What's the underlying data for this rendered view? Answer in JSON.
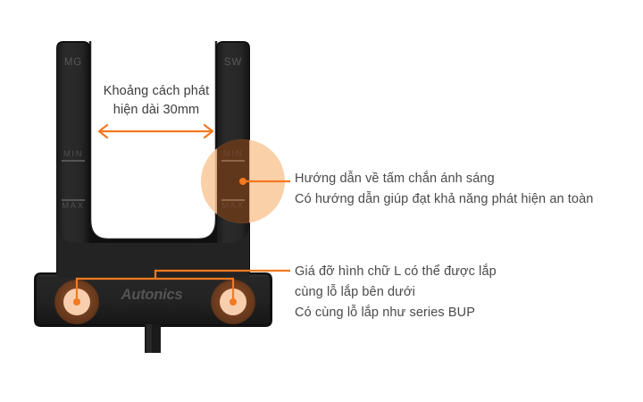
{
  "figure": {
    "title": "Autonics photoelectric slot sensor annotated diagram",
    "background_color": "#ffffff"
  },
  "sensor": {
    "brand": "Autonics",
    "body_color": "#232323",
    "body_edge_color": "#0d0d0d",
    "left_arm_label": "MG",
    "right_arm_label": "SW",
    "scale_labels": {
      "min": "MIN",
      "max": "MAX"
    },
    "mounting_holes": {
      "count": 2,
      "outer_ring_color": "#5a3119",
      "mid_ring_color": "#8a4a22",
      "center_color": "#f7cfae"
    },
    "highlight_circle_color": "#f9c89a"
  },
  "dimension": {
    "label_line_1": "Khoảng cách phát",
    "label_line_2": "hiện dài 30mm",
    "arrow_color": "#f4791f",
    "arrow_style": "double-headed"
  },
  "callouts": {
    "accent_color": "#f4791f",
    "text_color": "#4a4a4a",
    "top": {
      "lines": [
        "Hướng dẫn về tấm chắn ánh sáng",
        "Có hướng dẫn giúp đạt khả năng phát hiện an toàn"
      ]
    },
    "bottom": {
      "lines": [
        "Giá đỡ hình chữ L có thể được lắp",
        "cùng lỗ lắp bên dưới",
        "Có cùng lỗ lắp như series BUP"
      ]
    }
  }
}
